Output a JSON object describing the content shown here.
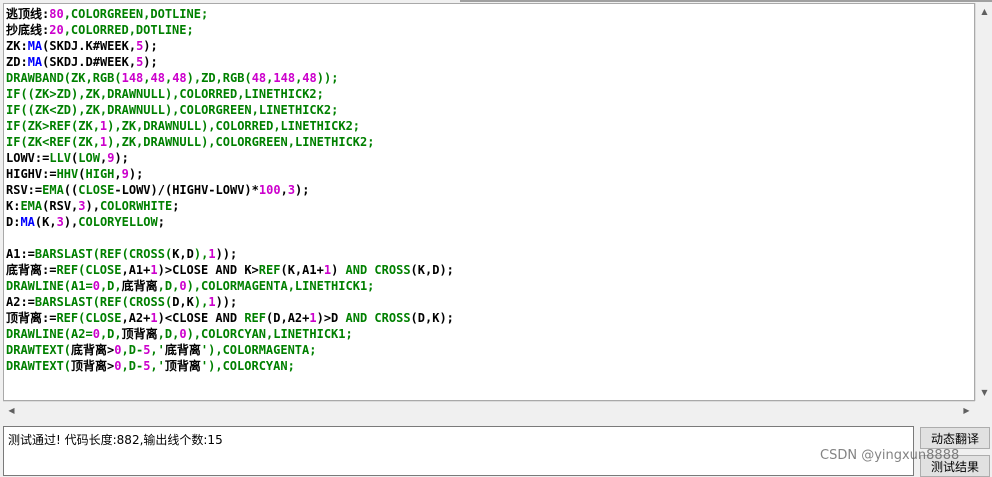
{
  "editor": {
    "lines": [
      [
        {
          "t": "逃顶线:",
          "c": "#000000"
        },
        {
          "t": "80",
          "c": "#cc00cc"
        },
        {
          "t": ",COLORGREEN,DOTLINE;",
          "c": "#008000"
        }
      ],
      [
        {
          "t": "抄底线:",
          "c": "#000000"
        },
        {
          "t": "20",
          "c": "#cc00cc"
        },
        {
          "t": ",COLORRED,DOTLINE;",
          "c": "#008000"
        }
      ],
      [
        {
          "t": "ZK:",
          "c": "#000000"
        },
        {
          "t": "MA",
          "c": "#0000ff"
        },
        {
          "t": "(SKDJ.K#WEEK,",
          "c": "#000000"
        },
        {
          "t": "5",
          "c": "#cc00cc"
        },
        {
          "t": ");",
          "c": "#000000"
        }
      ],
      [
        {
          "t": "ZD:",
          "c": "#000000"
        },
        {
          "t": "MA",
          "c": "#0000ff"
        },
        {
          "t": "(SKDJ.D#WEEK,",
          "c": "#000000"
        },
        {
          "t": "5",
          "c": "#cc00cc"
        },
        {
          "t": ");",
          "c": "#000000"
        }
      ],
      [
        {
          "t": "DRAWBAND(ZK,RGB(",
          "c": "#008000"
        },
        {
          "t": "148",
          "c": "#cc00cc"
        },
        {
          "t": ",",
          "c": "#008000"
        },
        {
          "t": "48",
          "c": "#cc00cc"
        },
        {
          "t": ",",
          "c": "#008000"
        },
        {
          "t": "48",
          "c": "#cc00cc"
        },
        {
          "t": "),ZD,RGB(",
          "c": "#008000"
        },
        {
          "t": "48",
          "c": "#cc00cc"
        },
        {
          "t": ",",
          "c": "#008000"
        },
        {
          "t": "148",
          "c": "#cc00cc"
        },
        {
          "t": ",",
          "c": "#008000"
        },
        {
          "t": "48",
          "c": "#cc00cc"
        },
        {
          "t": "));",
          "c": "#008000"
        }
      ],
      [
        {
          "t": "IF((ZK>ZD),ZK,DRAWNULL),COLORRED,LINETHICK2;",
          "c": "#008000"
        }
      ],
      [
        {
          "t": "IF((ZK<ZD),ZK,DRAWNULL),COLORGREEN,LINETHICK2;",
          "c": "#008000"
        }
      ],
      [
        {
          "t": "IF(ZK>REF(ZK,",
          "c": "#008000"
        },
        {
          "t": "1",
          "c": "#cc00cc"
        },
        {
          "t": "),ZK,DRAWNULL),COLORRED,LINETHICK2;",
          "c": "#008000"
        }
      ],
      [
        {
          "t": "IF(ZK<REF(ZK,",
          "c": "#008000"
        },
        {
          "t": "1",
          "c": "#cc00cc"
        },
        {
          "t": "),ZK,DRAWNULL),COLORGREEN,LINETHICK2;",
          "c": "#008000"
        }
      ],
      [
        {
          "t": "LOWV:=",
          "c": "#000000"
        },
        {
          "t": "LLV",
          "c": "#008000"
        },
        {
          "t": "(",
          "c": "#000000"
        },
        {
          "t": "LOW",
          "c": "#008000"
        },
        {
          "t": ",",
          "c": "#000000"
        },
        {
          "t": "9",
          "c": "#cc00cc"
        },
        {
          "t": ");",
          "c": "#000000"
        }
      ],
      [
        {
          "t": "HIGHV:=",
          "c": "#000000"
        },
        {
          "t": "HHV",
          "c": "#008000"
        },
        {
          "t": "(",
          "c": "#000000"
        },
        {
          "t": "HIGH",
          "c": "#008000"
        },
        {
          "t": ",",
          "c": "#000000"
        },
        {
          "t": "9",
          "c": "#cc00cc"
        },
        {
          "t": ");",
          "c": "#000000"
        }
      ],
      [
        {
          "t": "RSV:=",
          "c": "#000000"
        },
        {
          "t": "EMA",
          "c": "#008000"
        },
        {
          "t": "((",
          "c": "#000000"
        },
        {
          "t": "CLOSE",
          "c": "#008000"
        },
        {
          "t": "-LOWV)/(HIGHV-LOWV)*",
          "c": "#000000"
        },
        {
          "t": "100",
          "c": "#cc00cc"
        },
        {
          "t": ",",
          "c": "#000000"
        },
        {
          "t": "3",
          "c": "#cc00cc"
        },
        {
          "t": ");",
          "c": "#000000"
        }
      ],
      [
        {
          "t": "K:",
          "c": "#000000"
        },
        {
          "t": "EMA",
          "c": "#008000"
        },
        {
          "t": "(RSV,",
          "c": "#000000"
        },
        {
          "t": "3",
          "c": "#cc00cc"
        },
        {
          "t": "),",
          "c": "#000000"
        },
        {
          "t": "COLORWHITE",
          "c": "#008000"
        },
        {
          "t": ";",
          "c": "#000000"
        }
      ],
      [
        {
          "t": "D:",
          "c": "#000000"
        },
        {
          "t": "MA",
          "c": "#0000ff"
        },
        {
          "t": "(K,",
          "c": "#000000"
        },
        {
          "t": "3",
          "c": "#cc00cc"
        },
        {
          "t": "),",
          "c": "#000000"
        },
        {
          "t": "COLORYELLOW",
          "c": "#008000"
        },
        {
          "t": ";",
          "c": "#000000"
        }
      ],
      [],
      [
        {
          "t": "A1:=",
          "c": "#000000"
        },
        {
          "t": "BARSLAST(REF(CROSS(",
          "c": "#008000"
        },
        {
          "t": "K,D",
          "c": "#000000"
        },
        {
          "t": "),",
          "c": "#008000"
        },
        {
          "t": "1",
          "c": "#cc00cc"
        },
        {
          "t": "));",
          "c": "#000000"
        }
      ],
      [
        {
          "t": "底背离:=",
          "c": "#000000"
        },
        {
          "t": "REF(CLOSE",
          "c": "#008000"
        },
        {
          "t": ",A1+",
          "c": "#000000"
        },
        {
          "t": "1",
          "c": "#cc00cc"
        },
        {
          "t": ")>CLOSE AND K>",
          "c": "#000000"
        },
        {
          "t": "REF",
          "c": "#008000"
        },
        {
          "t": "(K,A1+",
          "c": "#000000"
        },
        {
          "t": "1",
          "c": "#cc00cc"
        },
        {
          "t": ") ",
          "c": "#000000"
        },
        {
          "t": "AND CROSS",
          "c": "#008000"
        },
        {
          "t": "(K,D);",
          "c": "#000000"
        }
      ],
      [
        {
          "t": "DRAWLINE(A1=",
          "c": "#008000"
        },
        {
          "t": "0",
          "c": "#cc00cc"
        },
        {
          "t": ",D,",
          "c": "#008000"
        },
        {
          "t": "底背离",
          "c": "#000000"
        },
        {
          "t": ",D,",
          "c": "#008000"
        },
        {
          "t": "0",
          "c": "#cc00cc"
        },
        {
          "t": "),COLORMAGENTA,LINETHICK1;",
          "c": "#008000"
        }
      ],
      [
        {
          "t": "A2:=",
          "c": "#000000"
        },
        {
          "t": "BARSLAST(REF(CROSS(",
          "c": "#008000"
        },
        {
          "t": "D,K",
          "c": "#000000"
        },
        {
          "t": "),",
          "c": "#008000"
        },
        {
          "t": "1",
          "c": "#cc00cc"
        },
        {
          "t": "));",
          "c": "#000000"
        }
      ],
      [
        {
          "t": "顶背离:=",
          "c": "#000000"
        },
        {
          "t": "REF(CLOSE",
          "c": "#008000"
        },
        {
          "t": ",A2+",
          "c": "#000000"
        },
        {
          "t": "1",
          "c": "#cc00cc"
        },
        {
          "t": ")<CLOSE AND ",
          "c": "#000000"
        },
        {
          "t": "REF",
          "c": "#008000"
        },
        {
          "t": "(D,A2+",
          "c": "#000000"
        },
        {
          "t": "1",
          "c": "#cc00cc"
        },
        {
          "t": ")>D ",
          "c": "#000000"
        },
        {
          "t": "AND CROSS",
          "c": "#008000"
        },
        {
          "t": "(D,K);",
          "c": "#000000"
        }
      ],
      [
        {
          "t": "DRAWLINE(A2=",
          "c": "#008000"
        },
        {
          "t": "0",
          "c": "#cc00cc"
        },
        {
          "t": ",D,",
          "c": "#008000"
        },
        {
          "t": "顶背离",
          "c": "#000000"
        },
        {
          "t": ",D,",
          "c": "#008000"
        },
        {
          "t": "0",
          "c": "#cc00cc"
        },
        {
          "t": "),COLORCYAN,LINETHICK1;",
          "c": "#008000"
        }
      ],
      [
        {
          "t": "DRAWTEXT(",
          "c": "#008000"
        },
        {
          "t": "底背离>",
          "c": "#000000"
        },
        {
          "t": "0",
          "c": "#cc00cc"
        },
        {
          "t": ",D-",
          "c": "#008000"
        },
        {
          "t": "5",
          "c": "#cc00cc"
        },
        {
          "t": ",'",
          "c": "#008000"
        },
        {
          "t": "底背离",
          "c": "#000000"
        },
        {
          "t": "'),COLORMAGENTA;",
          "c": "#008000"
        }
      ],
      [
        {
          "t": "DRAWTEXT(",
          "c": "#008000"
        },
        {
          "t": "顶背离>",
          "c": "#000000"
        },
        {
          "t": "0",
          "c": "#cc00cc"
        },
        {
          "t": ",D-",
          "c": "#008000"
        },
        {
          "t": "5",
          "c": "#cc00cc"
        },
        {
          "t": ",'",
          "c": "#008000"
        },
        {
          "t": "顶背离",
          "c": "#000000"
        },
        {
          "t": "'),COLORCYAN;",
          "c": "#008000"
        }
      ]
    ]
  },
  "status": {
    "message": "测试通过! 代码长度:882,输出线个数:15"
  },
  "buttons": {
    "translate": "动态翻译",
    "test_result": "测试结果"
  },
  "watermark": "CSDN @yingxun8888",
  "scroll_icons": {
    "up": "▲",
    "down": "▼",
    "left": "◀",
    "right": "▶"
  }
}
